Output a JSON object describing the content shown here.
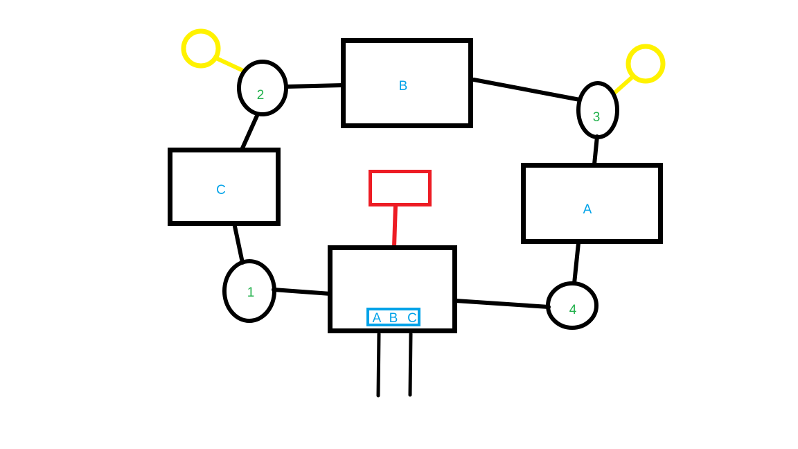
{
  "canvas": {
    "background": "#FFFFFF",
    "tool": "freehand-paint-drawing"
  },
  "colors": {
    "ink": "#000000",
    "yellow": "#FFF200",
    "red": "#ED1C24",
    "blue": "#00A2E8",
    "green": "#22B14C"
  },
  "nodes": {
    "rect_b": {
      "label": "B"
    },
    "rect_c": {
      "label": "C"
    },
    "rect_a": {
      "label": "A"
    },
    "rect_center": {
      "label": ""
    },
    "rect_red": {
      "label": ""
    },
    "ellipse_1": {
      "label": "1"
    },
    "ellipse_2": {
      "label": "2"
    },
    "ellipse_3": {
      "label": "3"
    },
    "ellipse_4": {
      "label": "4"
    },
    "abc_box": {
      "labels": {
        "a": "A",
        "b": "B",
        "c": "C"
      }
    }
  },
  "edges": [
    "yellow-ring-left to ellipse-2",
    "ellipse-2 to rect-B",
    "ellipse-2 to rect-C",
    "rect-B to ellipse-3",
    "ellipse-3 to yellow-ring-right",
    "ellipse-3 to rect-A",
    "rect-A to ellipse-4",
    "ellipse-4 to rect-center",
    "rect-C to ellipse-1",
    "ellipse-1 to rect-center",
    "rect-red to rect-center",
    "rect-center leg-left down",
    "rect-center leg-right down"
  ]
}
